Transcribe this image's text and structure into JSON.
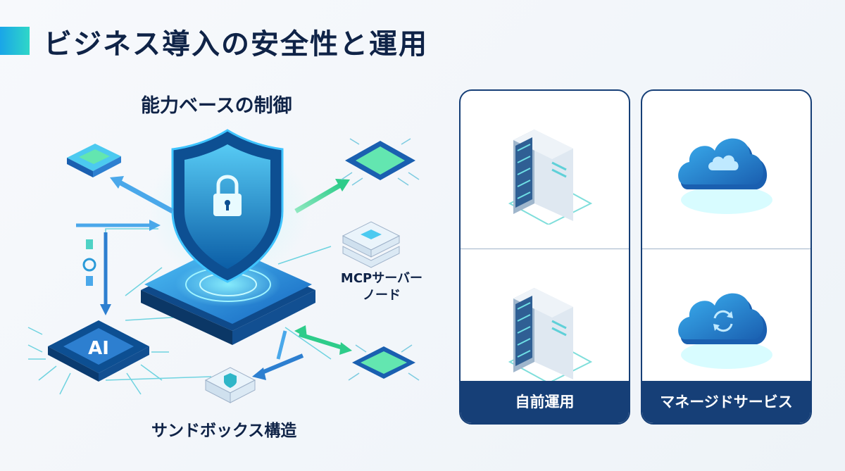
{
  "header": {
    "title": "ビジネス導入の安全性と運用"
  },
  "diagram": {
    "capability_label": "能力ベースの制御",
    "sandbox_label": "サンドボックス構造",
    "mcp_label_line1": "MCPサーバー",
    "mcp_label_line2": "ノード",
    "ai_chip_label": "AI"
  },
  "cards": [
    {
      "label": "自前運用",
      "top_icon": "server-rack-icon",
      "bottom_icon": "server-rack-icon"
    },
    {
      "label": "マネージドサービス",
      "top_icon": "cloud-icon",
      "bottom_icon": "cloud-sync-icon"
    }
  ],
  "colors": {
    "navy": "#163f77",
    "accent_blue": "#1aa5e8",
    "accent_teal": "#2fd7c8",
    "green": "#3dd68c"
  }
}
